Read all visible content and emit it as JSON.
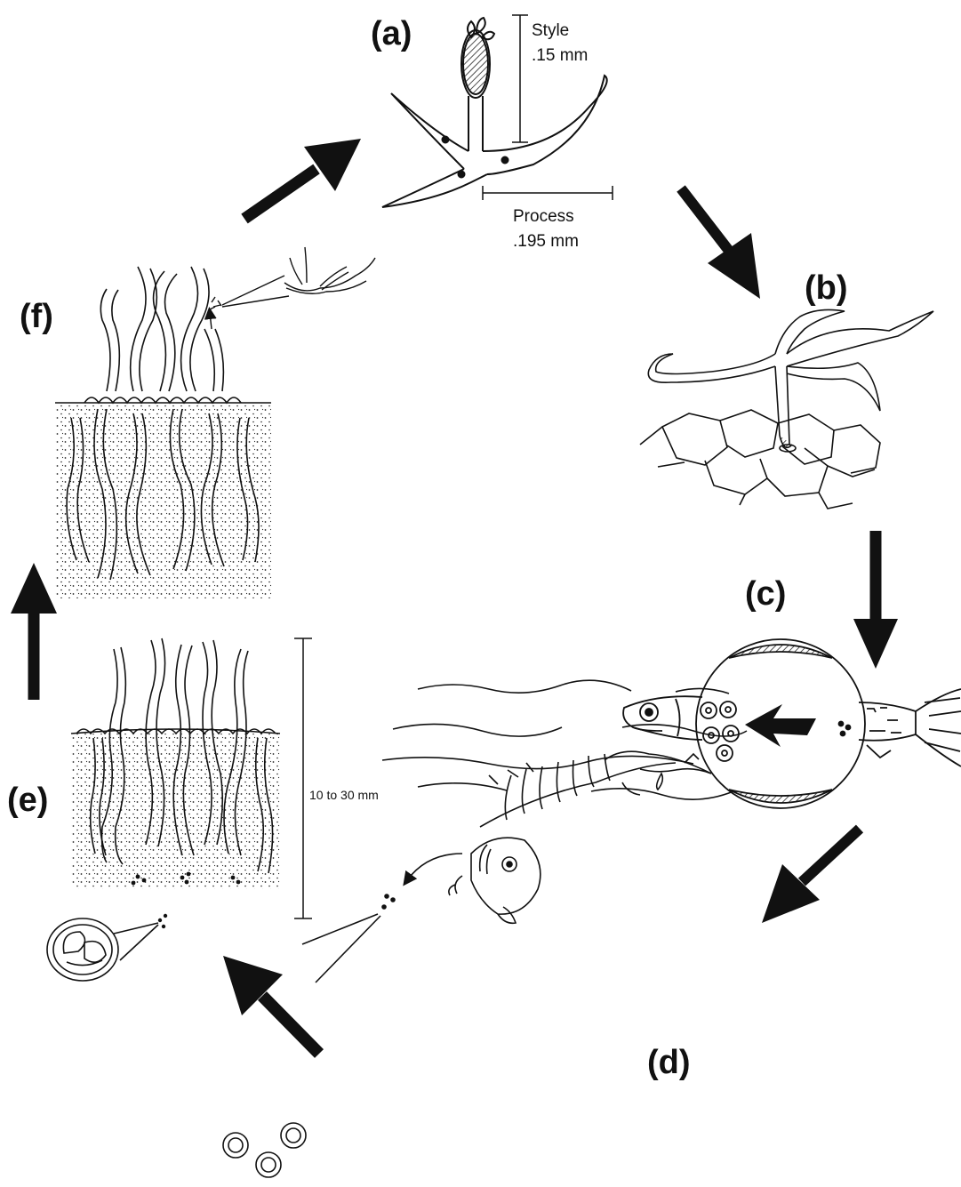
{
  "panels": {
    "a": {
      "label": "(a)"
    },
    "b": {
      "label": "(b)"
    },
    "c": {
      "label": "(c)"
    },
    "d": {
      "label": "(d)"
    },
    "e": {
      "label": "(e)"
    },
    "f": {
      "label": "(f)"
    }
  },
  "measurements": {
    "style_title": "Style",
    "style_value": ".15 mm",
    "process_title": "Process",
    "process_value": ".195 mm",
    "tube_length": "10 to 30 mm"
  },
  "colors": {
    "ink": "#111111",
    "background": "#ffffff"
  }
}
